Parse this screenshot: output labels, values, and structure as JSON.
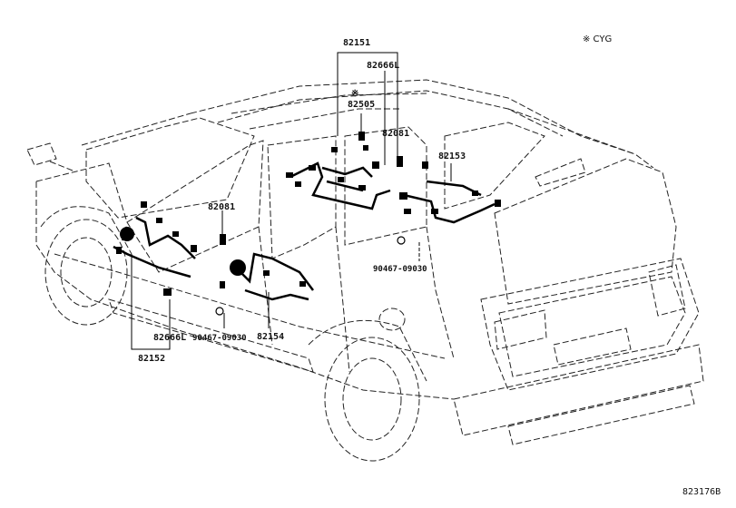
{
  "note": "※ CYG",
  "reference_id": "823176B",
  "parts": {
    "p82151": "82151",
    "p82666l_top": "82666L",
    "cyg_mark": "※",
    "p82505": "82505",
    "p82081_right": "82081",
    "p82153": "82153",
    "p82081_left": "82081",
    "bolt_right": "90467-09030",
    "bolt_left": "90467-09030",
    "p82154": "82154",
    "p82666l_bottom": "82666L",
    "p82152": "82152"
  }
}
